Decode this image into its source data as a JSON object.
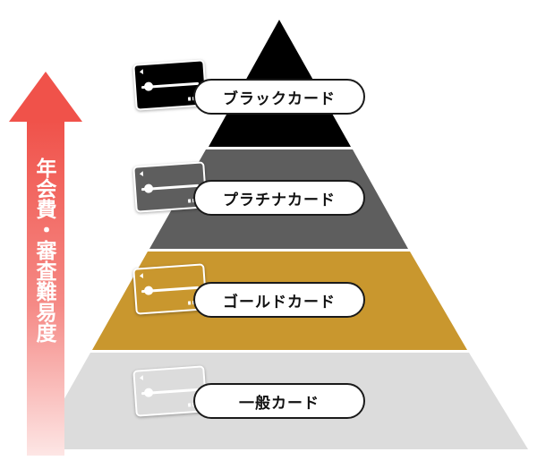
{
  "arrow": {
    "label": "年会費・審査難易度",
    "color_top": "#f0524a",
    "color_bottom": "#fde3e2"
  },
  "tiers": [
    {
      "label": "ブラックカード",
      "color": "#000000",
      "card_color": "#000000"
    },
    {
      "label": "プラチナカード",
      "color": "#5e5e5e",
      "card_color": "#5e5e5e"
    },
    {
      "label": "ゴールドカード",
      "color": "#c9972e",
      "card_color": "#c9972e"
    },
    {
      "label": "一般カード",
      "color": "#dcdcdc",
      "card_color": "#dcdcdc"
    }
  ]
}
